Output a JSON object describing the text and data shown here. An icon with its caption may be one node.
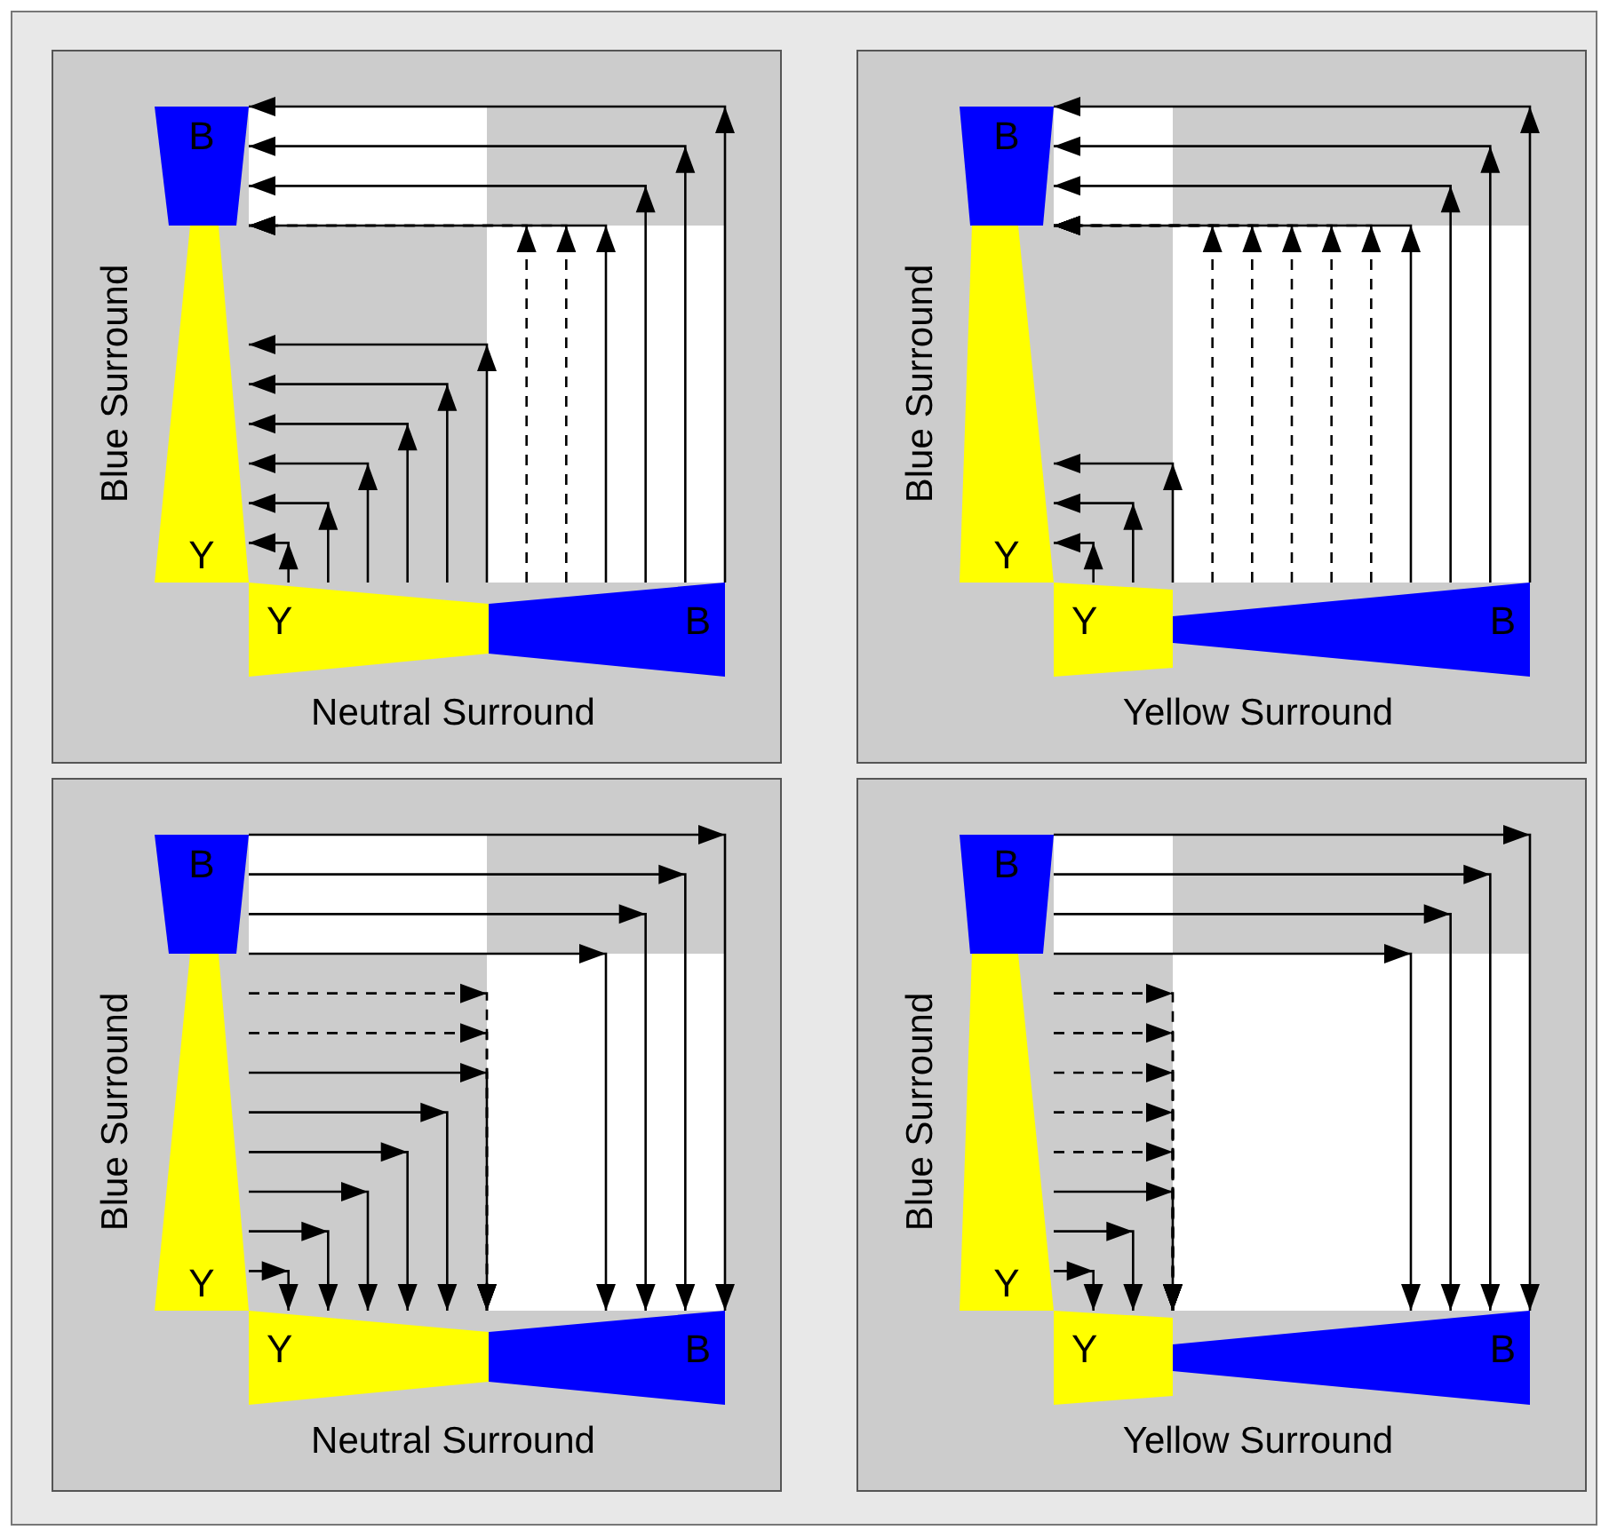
{
  "diagram": {
    "nodes": [
      {
        "text": [
          "Blue Surround",
          "Neutral Surround"
        ]
      },
      {
        "text": [
          "B"
        ],
        "in": 0
      },
      {
        "text": [
          "Y"
        ],
        "in": 0
      },
      {
        "text": [
          "Y"
        ],
        "in": 0
      },
      {
        "text": [
          "B"
        ],
        "in": 0
      },
      {
        "text": [
          "Blue Surround",
          "Yellow Surround"
        ]
      },
      {
        "text": [
          "B"
        ],
        "in": 5
      },
      {
        "text": [
          "Y"
        ],
        "in": 5
      },
      {
        "text": [
          "Y"
        ],
        "in": 5
      },
      {
        "text": [
          "B"
        ],
        "in": 5
      },
      {
        "text": [
          "Blue Surround",
          "Neutral Surround"
        ]
      },
      {
        "text": [
          "B"
        ],
        "in": 10
      },
      {
        "text": [
          "Y"
        ],
        "in": 10
      },
      {
        "text": [
          "Y"
        ],
        "in": 10
      },
      {
        "text": [
          "B"
        ],
        "in": 10
      },
      {
        "text": [
          "Blue Surround",
          "Yellow Surround"
        ]
      },
      {
        "text": [
          "B"
        ],
        "in": 15
      },
      {
        "text": [
          "Y"
        ],
        "in": 15
      },
      {
        "text": [
          "Y"
        ],
        "in": 15
      },
      {
        "text": [
          "B"
        ],
        "in": 15
      }
    ],
    "edges": [
      {
        "from": 3,
        "to": 2,
        "arrow": "to"
      },
      {
        "from": 3,
        "to": 2,
        "arrow": "to"
      },
      {
        "from": 3,
        "to": 2,
        "arrow": "to"
      },
      {
        "from": 3,
        "to": 2,
        "arrow": "to"
      },
      {
        "from": 3,
        "to": 2,
        "arrow": "to"
      },
      {
        "from": 3,
        "to": 2,
        "arrow": "to"
      },
      {
        "from": 4,
        "to": 1,
        "arrow": "to",
        "style": "dashed"
      },
      {
        "from": 4,
        "to": 1,
        "arrow": "to",
        "style": "dashed"
      },
      {
        "from": 4,
        "to": 1,
        "arrow": "to"
      },
      {
        "from": 4,
        "to": 1,
        "arrow": "to"
      },
      {
        "from": 4,
        "to": 1,
        "arrow": "to"
      },
      {
        "from": 4,
        "to": 1,
        "arrow": "to"
      },
      {
        "from": 8,
        "to": 7,
        "arrow": "to"
      },
      {
        "from": 8,
        "to": 7,
        "arrow": "to"
      },
      {
        "from": 8,
        "to": 7,
        "arrow": "to"
      },
      {
        "from": 9,
        "to": 6,
        "arrow": "to",
        "style": "dashed"
      },
      {
        "from": 9,
        "to": 6,
        "arrow": "to",
        "style": "dashed"
      },
      {
        "from": 9,
        "to": 6,
        "arrow": "to",
        "style": "dashed"
      },
      {
        "from": 9,
        "to": 6,
        "arrow": "to",
        "style": "dashed"
      },
      {
        "from": 9,
        "to": 6,
        "arrow": "to",
        "style": "dashed"
      },
      {
        "from": 9,
        "to": 6,
        "arrow": "to"
      },
      {
        "from": 9,
        "to": 6,
        "arrow": "to"
      },
      {
        "from": 9,
        "to": 6,
        "arrow": "to"
      },
      {
        "from": 9,
        "to": 6,
        "arrow": "to"
      },
      {
        "from": 11,
        "to": 14,
        "arrow": "to"
      },
      {
        "from": 11,
        "to": 14,
        "arrow": "to"
      },
      {
        "from": 11,
        "to": 14,
        "arrow": "to"
      },
      {
        "from": 11,
        "to": 14,
        "arrow": "to"
      },
      {
        "from": 12,
        "to": 13,
        "arrow": "to",
        "style": "dashed"
      },
      {
        "from": 12,
        "to": 13,
        "arrow": "to",
        "style": "dashed"
      },
      {
        "from": 12,
        "to": 13,
        "arrow": "to"
      },
      {
        "from": 12,
        "to": 13,
        "arrow": "to"
      },
      {
        "from": 12,
        "to": 13,
        "arrow": "to"
      },
      {
        "from": 12,
        "to": 13,
        "arrow": "to"
      },
      {
        "from": 12,
        "to": 13,
        "arrow": "to"
      },
      {
        "from": 12,
        "to": 13,
        "arrow": "to"
      },
      {
        "from": 16,
        "to": 19,
        "arrow": "to"
      },
      {
        "from": 16,
        "to": 19,
        "arrow": "to"
      },
      {
        "from": 16,
        "to": 19,
        "arrow": "to"
      },
      {
        "from": 16,
        "to": 19,
        "arrow": "to"
      },
      {
        "from": 17,
        "to": 18,
        "arrow": "to",
        "style": "dashed"
      },
      {
        "from": 17,
        "to": 18,
        "arrow": "to",
        "style": "dashed"
      },
      {
        "from": 17,
        "to": 18,
        "arrow": "to",
        "style": "dashed"
      },
      {
        "from": 17,
        "to": 18,
        "arrow": "to",
        "style": "dashed"
      },
      {
        "from": 17,
        "to": 18,
        "arrow": "to",
        "style": "dashed"
      },
      {
        "from": 17,
        "to": 18,
        "arrow": "to"
      },
      {
        "from": 17,
        "to": 18,
        "arrow": "to"
      },
      {
        "from": 17,
        "to": 18,
        "arrow": "to"
      }
    ]
  }
}
